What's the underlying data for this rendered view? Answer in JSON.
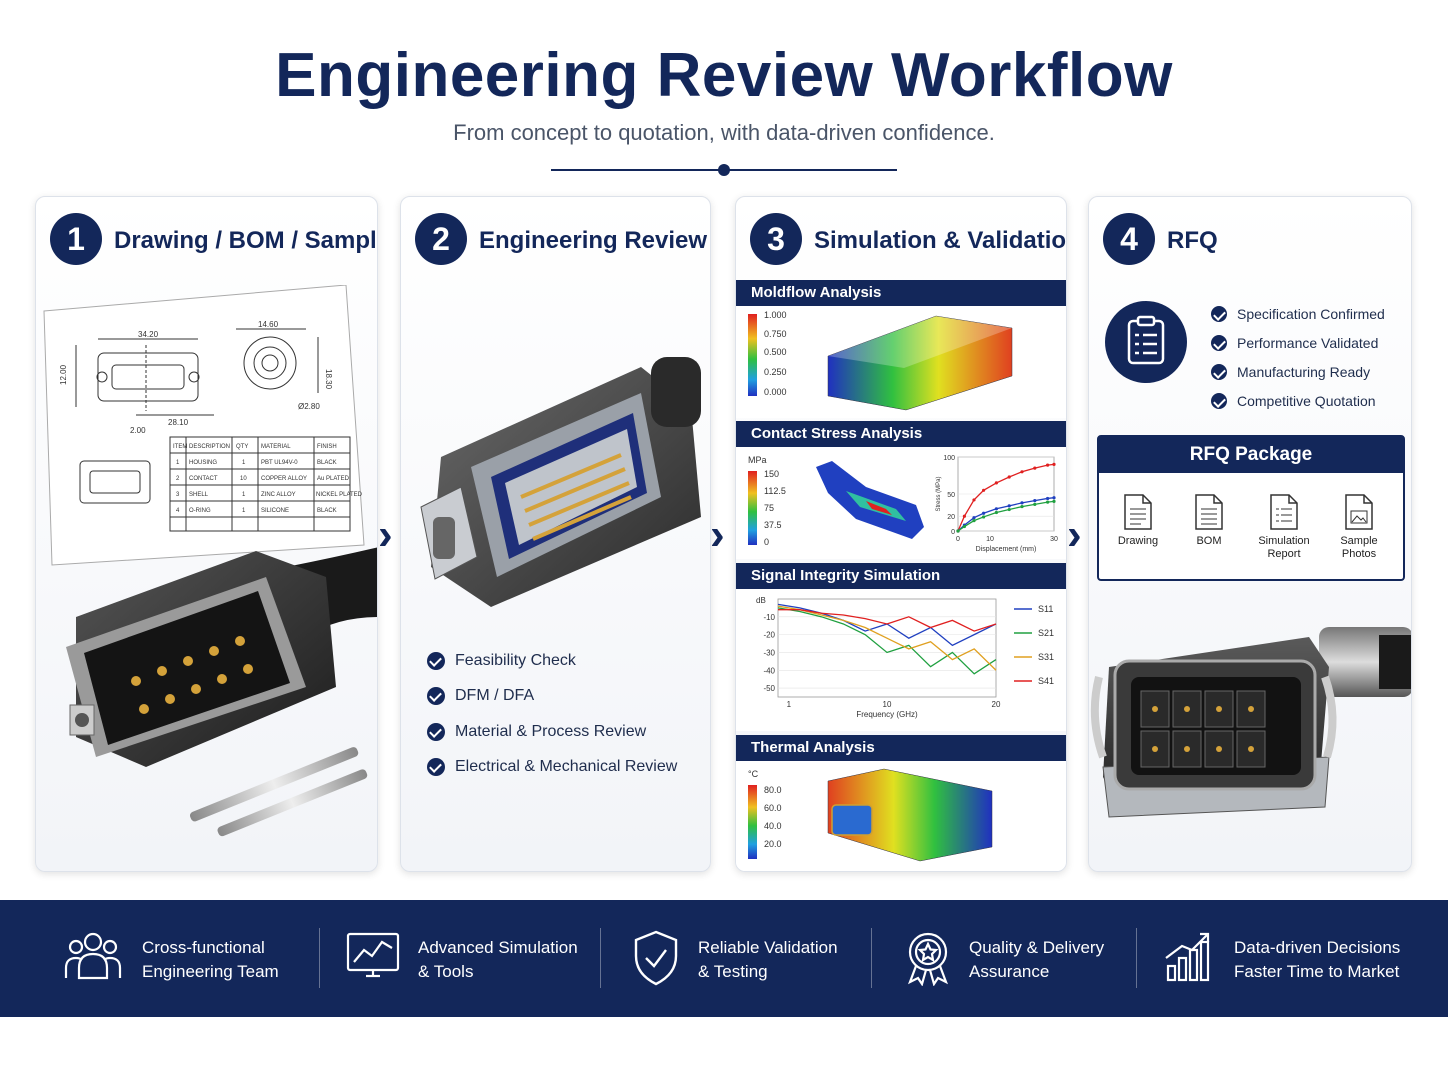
{
  "header": {
    "title": "Engineering Review Workflow",
    "subtitle": "From concept to quotation, with data-driven confidence."
  },
  "steps": [
    {
      "num": "1",
      "title": "Drawing / BOM / Sample"
    },
    {
      "num": "2",
      "title": "Engineering Review"
    },
    {
      "num": "3",
      "title": "Simulation & Validation"
    },
    {
      "num": "4",
      "title": "RFQ"
    }
  ],
  "step1": {
    "dims": [
      "34.20",
      "14.60",
      "12.00",
      "18.30",
      "28.10",
      "2.00",
      "Ø2.80"
    ],
    "bom_headers": [
      "ITEM",
      "DESCRIPTION",
      "QTY",
      "MATERIAL",
      "FINISH"
    ],
    "bom_rows": [
      [
        "1",
        "HOUSING",
        "1",
        "PBT UL94V-0",
        "BLACK"
      ],
      [
        "2",
        "CONTACT",
        "10",
        "COPPER ALLOY",
        "Au PLATED"
      ],
      [
        "3",
        "SHELL",
        "1",
        "ZINC ALLOY",
        "NICKEL PLATED"
      ],
      [
        "4",
        "O-RING",
        "1",
        "SILICONE",
        "BLACK"
      ]
    ]
  },
  "step2": {
    "checks": [
      "Feasibility Check",
      "DFM / DFA",
      "Material & Process Review",
      "Electrical & Mechanical Review"
    ]
  },
  "step3": {
    "moldflow": {
      "title": "Moldflow Analysis",
      "scale": [
        "1.000",
        "0.750",
        "0.500",
        "0.250",
        "0.000"
      ]
    },
    "stress": {
      "title": "Contact Stress Analysis",
      "unit": "MPa",
      "scale": [
        "150",
        "112.5",
        "75",
        "37.5",
        "0"
      ],
      "chart_data": {
        "type": "line",
        "xlabel": "Displacement (mm)",
        "ylabel": "Stress (MPa)",
        "xlim": [
          0,
          30
        ],
        "ylim": [
          0,
          100
        ],
        "x_ticks": [
          "0",
          "10",
          "30"
        ],
        "y_ticks": [
          "100",
          "50",
          "20",
          "0"
        ],
        "series": [
          {
            "color": "#e02020",
            "x": [
              0,
              2,
              5,
              8,
              12,
              16,
              20,
              24,
              28,
              30
            ],
            "y": [
              0,
              20,
              42,
              55,
              65,
              73,
              80,
              85,
              89,
              90
            ]
          },
          {
            "color": "#2040c0",
            "x": [
              0,
              2,
              5,
              8,
              12,
              16,
              20,
              24,
              28,
              30
            ],
            "y": [
              0,
              8,
              18,
              24,
              30,
              34,
              38,
              41,
              44,
              45
            ]
          },
          {
            "color": "#20a040",
            "x": [
              0,
              2,
              5,
              8,
              12,
              16,
              20,
              24,
              28,
              30
            ],
            "y": [
              0,
              6,
              14,
              19,
              25,
              29,
              33,
              36,
              39,
              40
            ]
          }
        ]
      }
    },
    "signal": {
      "title": "Signal Integrity Simulation",
      "chart_data": {
        "type": "line",
        "ylabel": "dB",
        "xlabel": "Frequency (GHz)",
        "xlim": [
          0,
          20
        ],
        "ylim": [
          -55,
          0
        ],
        "x_ticks": [
          "1",
          "10",
          "20"
        ],
        "y_ticks": [
          "-10",
          "-20",
          "-30",
          "-40",
          "-50"
        ],
        "series": [
          {
            "name": "S11",
            "color": "#2040c0",
            "x": [
              0,
              2,
              4,
              6,
              8,
              10,
              12,
              14,
              16,
              18,
              20
            ],
            "y": [
              -3,
              -5,
              -8,
              -12,
              -18,
              -14,
              -22,
              -16,
              -26,
              -20,
              -14
            ]
          },
          {
            "name": "S21",
            "color": "#20a040",
            "x": [
              0,
              2,
              4,
              6,
              8,
              10,
              12,
              14,
              16,
              18,
              20
            ],
            "y": [
              -5,
              -7,
              -10,
              -14,
              -20,
              -30,
              -26,
              -38,
              -30,
              -42,
              -34
            ]
          },
          {
            "name": "S31",
            "color": "#e0a020",
            "x": [
              0,
              2,
              4,
              6,
              8,
              10,
              12,
              14,
              16,
              18,
              20
            ],
            "y": [
              -4,
              -6,
              -9,
              -12,
              -16,
              -22,
              -28,
              -24,
              -34,
              -28,
              -40
            ]
          },
          {
            "name": "S41",
            "color": "#e02020",
            "x": [
              0,
              2,
              4,
              6,
              8,
              10,
              12,
              14,
              16,
              18,
              20
            ],
            "y": [
              -6,
              -6,
              -8,
              -9,
              -11,
              -14,
              -10,
              -16,
              -12,
              -18,
              -14
            ]
          }
        ]
      }
    },
    "thermal": {
      "title": "Thermal Analysis",
      "unit": "°C",
      "scale": [
        "80.0",
        "60.0",
        "40.0",
        "20.0"
      ]
    }
  },
  "step4": {
    "checks": [
      "Specification Confirmed",
      "Performance Validated",
      "Manufacturing Ready",
      "Competitive Quotation"
    ],
    "package_title": "RFQ Package",
    "docs": [
      "Drawing",
      "BOM",
      "Simulation Report",
      "Sample Photos"
    ]
  },
  "footer": [
    {
      "line1": "Cross-functional",
      "line2": "Engineering Team",
      "icon": "team-icon"
    },
    {
      "line1": "Advanced Simulation",
      "line2": "& Tools",
      "icon": "monitor-chart-icon"
    },
    {
      "line1": "Reliable Validation",
      "line2": "& Testing",
      "icon": "shield-check-icon"
    },
    {
      "line1": "Quality & Delivery",
      "line2": "Assurance",
      "icon": "award-badge-icon"
    },
    {
      "line1": "Data-driven Decisions",
      "line2": "Faster Time to Market",
      "icon": "growth-chart-icon"
    }
  ],
  "colors": {
    "navy": "#13275a",
    "accent": "#2a5bd7"
  }
}
